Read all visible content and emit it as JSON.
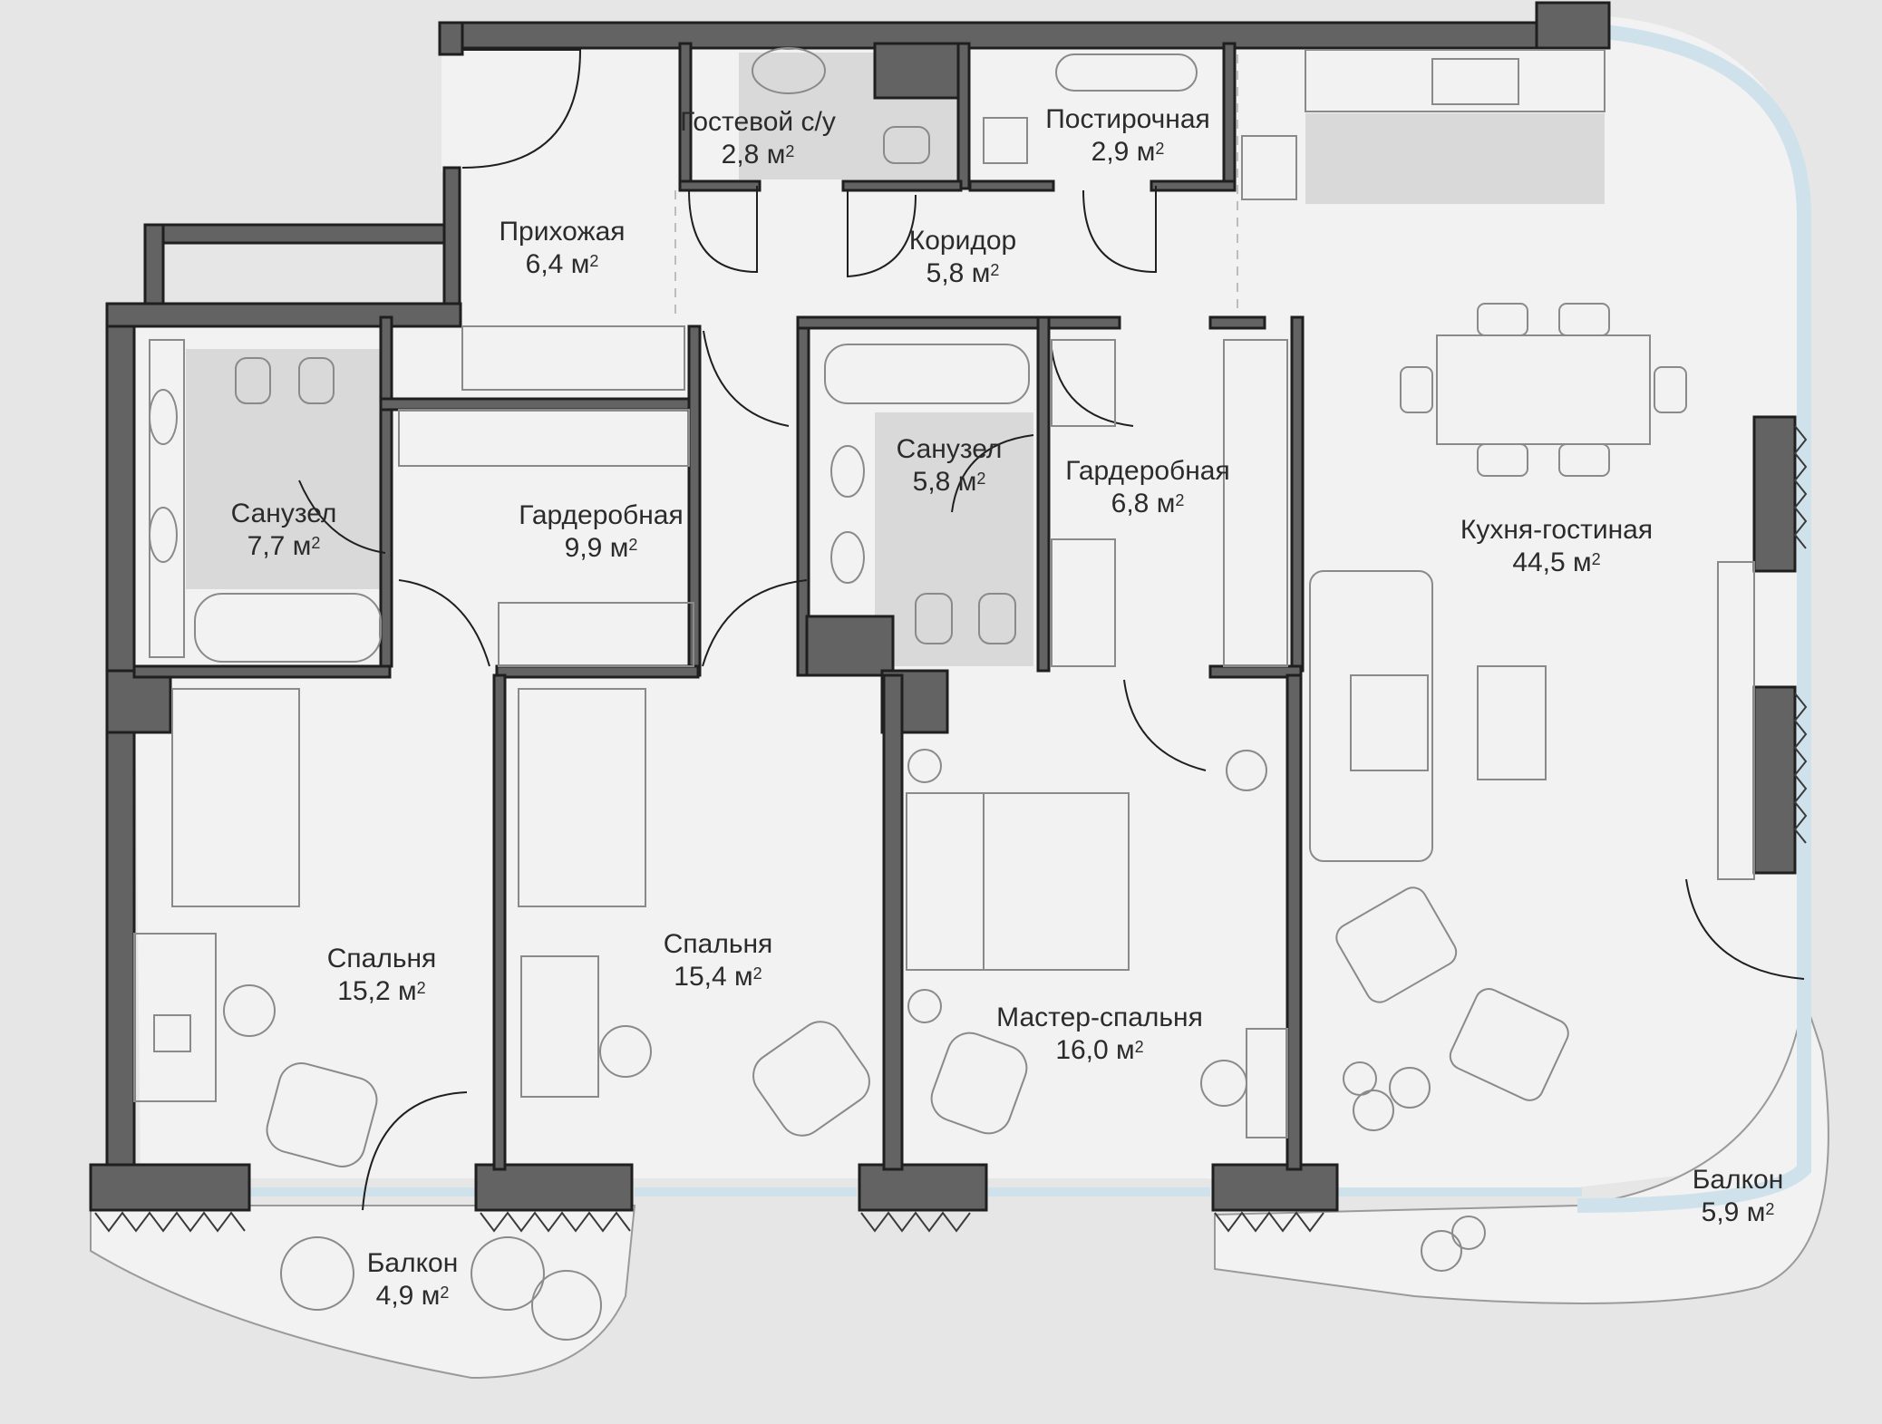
{
  "colors": {
    "background": "#e6e6e6",
    "floor": "#f2f2f2",
    "wall": "#636363",
    "wall_edge": "#1f1f1f",
    "tile": "#d9d9d9",
    "glass": "#cfe2ec",
    "furniture": "#8a8a8a",
    "text": "#2b2b2b"
  },
  "area_unit": "м",
  "area_exponent": "2",
  "rooms": [
    {
      "name": "Гостевой с/у",
      "area": "2,8"
    },
    {
      "name": "Постирочная",
      "area": "2,9"
    },
    {
      "name": "Прихожая",
      "area": "6,4"
    },
    {
      "name": "Коридор",
      "area": "5,8"
    },
    {
      "name": "Санузел",
      "area": "7,7"
    },
    {
      "name": "Гардеробная",
      "area": "9,9"
    },
    {
      "name": "Санузел",
      "area": "5,8"
    },
    {
      "name": "Гардеробная",
      "area": "6,8"
    },
    {
      "name": "Кухня-гостиная",
      "area": "44,5"
    },
    {
      "name": "Спальня",
      "area": "15,2"
    },
    {
      "name": "Спальня",
      "area": "15,4"
    },
    {
      "name": "Мастер-спальня",
      "area": "16,0"
    },
    {
      "name": "Балкон",
      "area": "4,9"
    },
    {
      "name": "Балкон",
      "area": "5,9"
    }
  ]
}
